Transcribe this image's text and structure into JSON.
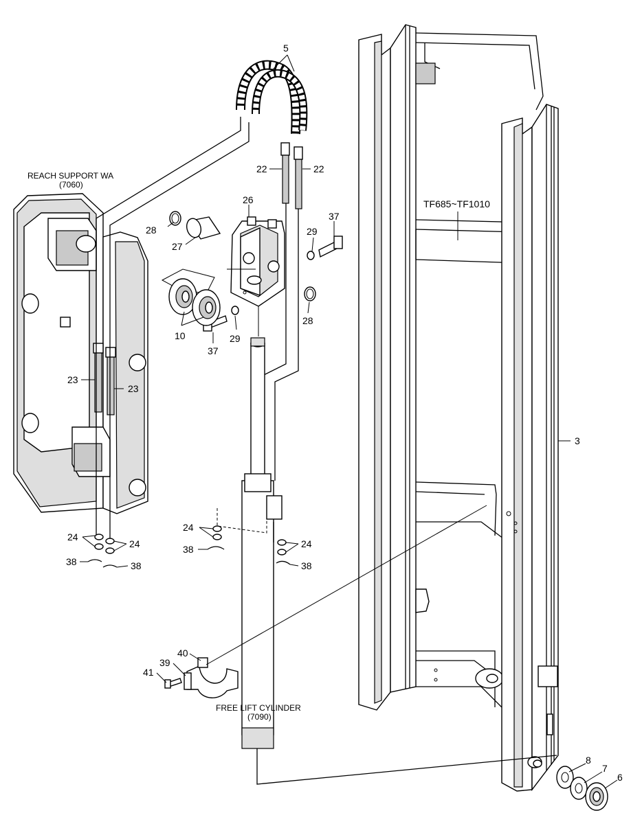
{
  "captions": {
    "reach_support": "REACH SUPPORT WA",
    "reach_support_code": "(7060)",
    "free_lift": "FREE LIFT CYLINDER",
    "free_lift_code": "(7090)",
    "model_range": "TF685~TF1010"
  },
  "callouts": {
    "c5": "5",
    "c22a": "22",
    "c22b": "22",
    "c26": "26",
    "c37a": "37",
    "c28a": "28",
    "c27": "27",
    "c29a": "29",
    "c10": "10",
    "c37b": "37",
    "c29b": "29",
    "c28b": "28",
    "c23a": "23",
    "c23b": "23",
    "c3": "3",
    "c24a": "24",
    "c24b": "24",
    "c24c": "24",
    "c24d": "24",
    "c38a": "38",
    "c38b": "38",
    "c38c": "38",
    "c38d": "38",
    "c40": "40",
    "c39": "39",
    "c41": "41",
    "c8": "8",
    "c7": "7",
    "c6": "6"
  }
}
